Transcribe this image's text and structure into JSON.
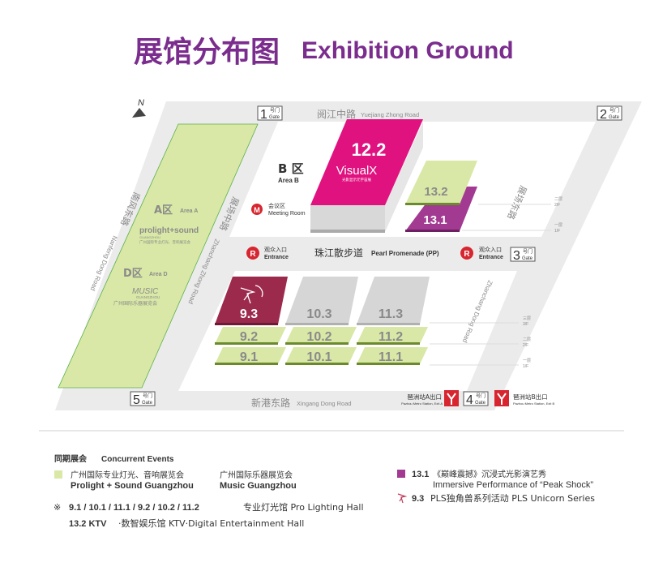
{
  "header": {
    "title_cn": "展馆分布图",
    "title_en": "Exhibition Ground"
  },
  "colors": {
    "title": "#7b2d8e",
    "ground": "#ebebeb",
    "green": "#d9e8a6",
    "magenta": "#e0127f",
    "purple": "#a23a91",
    "maroon": "#9c2a4d",
    "gray_hall": "#d6d6d6",
    "red": "#d7262f"
  },
  "map": {
    "north": "N",
    "gates": [
      {
        "num": "1",
        "cn": "号门",
        "en": "Gate"
      },
      {
        "num": "2",
        "cn": "号门",
        "en": "Gate"
      },
      {
        "num": "3",
        "cn": "号门",
        "en": "Gate"
      },
      {
        "num": "4",
        "cn": "号门",
        "en": "Gate"
      },
      {
        "num": "5",
        "cn": "号门",
        "en": "Gate"
      }
    ],
    "roads": {
      "north_cn": "阅江中路",
      "north_en": "Yuejiang Zhong Road",
      "south_cn": "新港东路",
      "south_en": "Xingang Dong Road",
      "west_cn": "南风东路",
      "west_en": "Nanfeng Dong Road",
      "middle_cn": "展场中路",
      "middle_en": "Zhanchang Zhong Road",
      "east_cn": "展场东路",
      "east_en": "Zhanchang Dong Road"
    },
    "areas": {
      "a_cn": "A区",
      "a_en": "Area A",
      "b_cn": "B 区",
      "b_en": "Area B",
      "d_cn": "D区",
      "d_en": "Area D",
      "prolight_logo": "prolight+sound",
      "prolight_sub": "GUANGZHOU",
      "prolight_cn": "广州国际专业灯光、音响展览会",
      "music_logo": "MUSIC",
      "music_sub": "GUANGZHOU",
      "music_cn": "广州国际乐器展览会"
    },
    "meeting": {
      "badge": "M",
      "cn": "会议区",
      "en": "Meeting Room"
    },
    "entrance": {
      "badge": "R",
      "cn": "观众入口",
      "en": "Entrance"
    },
    "promenade": {
      "cn": "珠江散步道",
      "en": "Pearl Promenade (PP)"
    },
    "halls": {
      "h12_2": "12.2",
      "visualx": "VisualX",
      "visualx_sub": "光影显示元宇宙展",
      "h13_2": "13.2",
      "h13_1": "13.1",
      "h9_3": "9.3",
      "h9_2": "9.2",
      "h9_1": "9.1",
      "h10_3": "10.3",
      "h10_2": "10.2",
      "h10_1": "10.1",
      "h11_3": "11.3",
      "h11_2": "11.2",
      "h11_1": "11.1"
    },
    "floors": {
      "f3_cn": "三层",
      "f3_en": "3/F",
      "f2_cn": "二层",
      "f2_en": "2/F",
      "f1_cn": "一层",
      "f1_en": "1/F"
    },
    "metro": {
      "a_cn": "琶洲站A出口",
      "a_en": "Pazhou Metro Station, Exit A",
      "b_cn": "琶洲站B出口",
      "b_en": "Pazhou Metro Station, Exit B"
    }
  },
  "legend": {
    "heading_cn": "同期展会",
    "heading_en": "Concurrent Events",
    "prolight_cn": "广州国际专业灯光、音响展览会",
    "prolight_en": "Prolight + Sound Guangzhou",
    "music_cn": "广州国际乐器展览会",
    "music_en": "Music Guangzhou",
    "note_mark": "※",
    "note1_halls": "9.1 / 10.1 / 11.1 / 9.2 / 10.2 / 11.2",
    "note1_text": "专业灯光馆 Pro Lighting Hall",
    "note2_halls": "13.2 KTV",
    "note2_text": "·数智娱乐馆 KTV·Digital Entertainment Hall",
    "peak_hall": "13.1",
    "peak_cn": "《巅峰震撼》沉浸式光影演艺秀",
    "peak_en": "Immersive Performance of “Peak Shock”",
    "unicorn_hall": "9.3",
    "unicorn_text": "PLS独角兽系列活动 PLS Unicorn Series"
  }
}
